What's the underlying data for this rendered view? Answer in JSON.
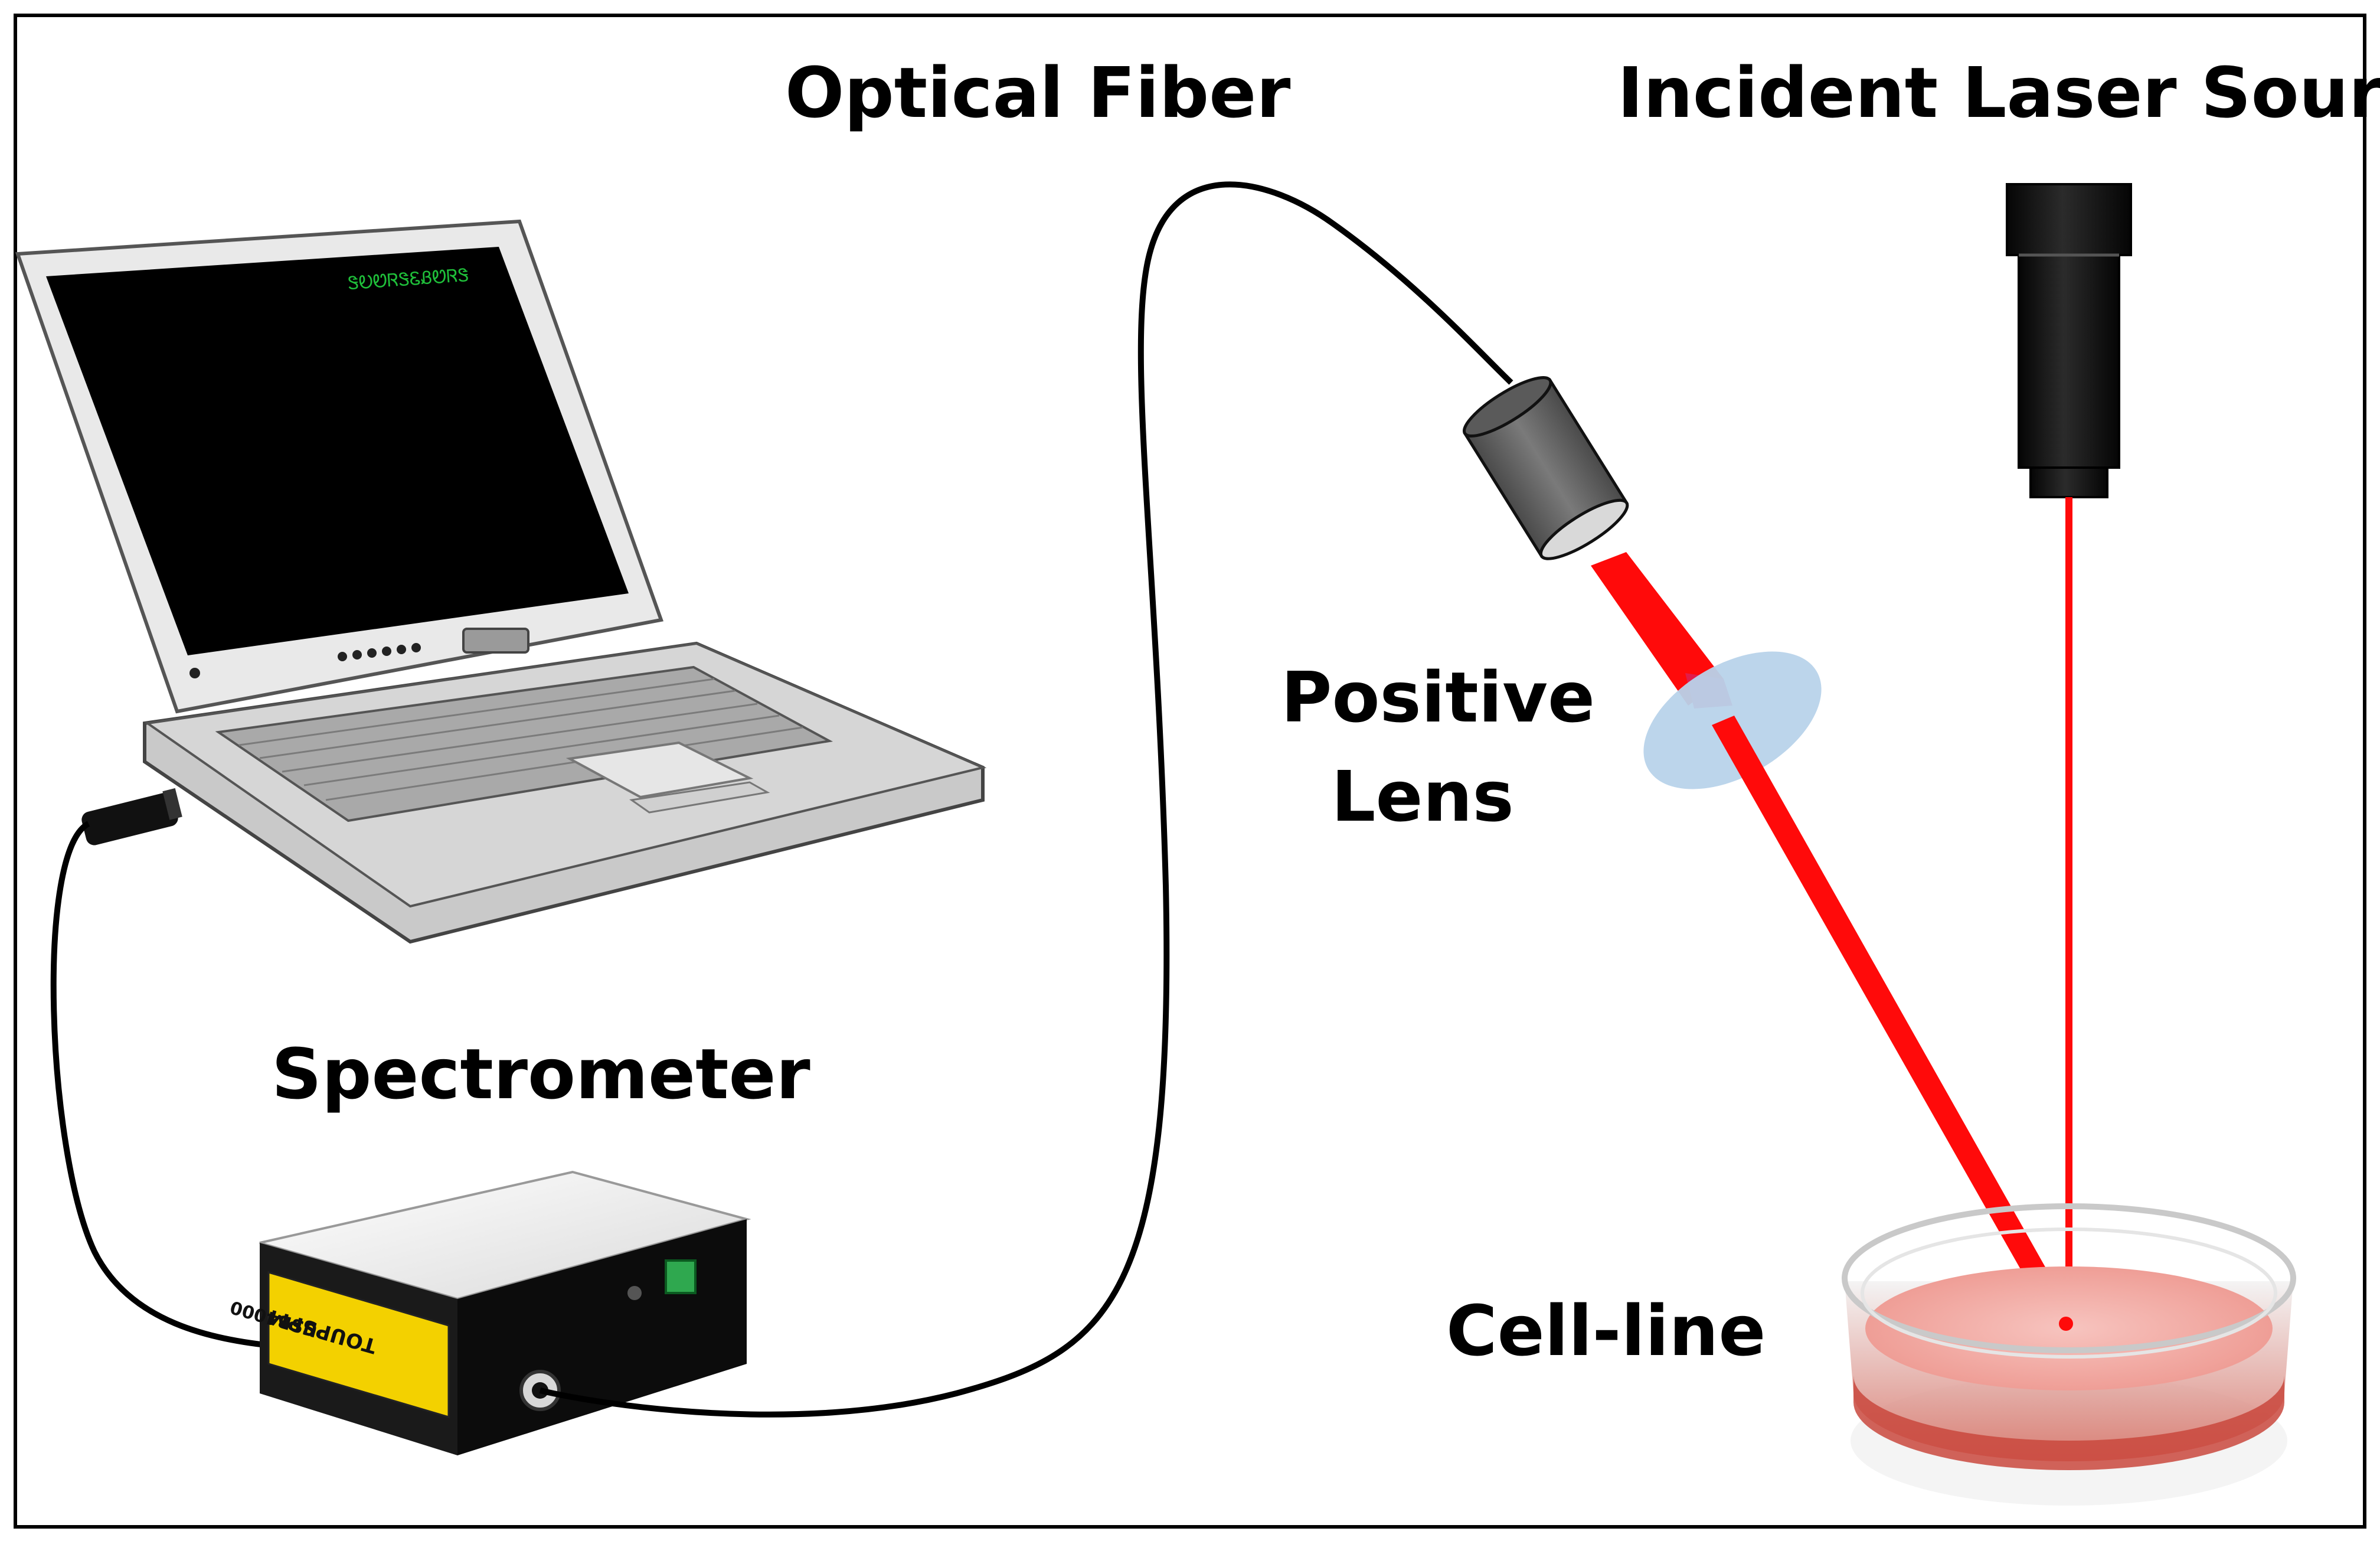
{
  "labels": {
    "optical_fiber": "Optical Fiber",
    "laser_source": "Incident Laser Source",
    "lens_line1": "Positive",
    "lens_line2": "Lens",
    "spectrometer": "Spectrometer",
    "cell_line": "Cell-line"
  },
  "devices": {
    "laptop_screen_text": "ᏕᎧᏬᏒᏕᏋᏰᏬᏒᏕ",
    "spectrometer_brand": "TOUPSPM",
    "spectrometer_model": "USB4000"
  },
  "icons": {
    "laptop": "laptop-icon",
    "spectrometer": "spectrometer-box-icon",
    "collector": "fiber-collector-icon",
    "lens": "positive-lens-icon",
    "laser": "laser-head-icon",
    "dish": "petri-dish-icon"
  },
  "colors": {
    "border": "#000000",
    "beam": "#ff0a0a",
    "lens": "#b8d3ea",
    "spectrometer_label": "#f3d100",
    "dish_fluid": "#f2a9a3",
    "laptop_body": "#c7c7c7",
    "screen": "#000000",
    "screen_text": "#1fbf3a"
  }
}
